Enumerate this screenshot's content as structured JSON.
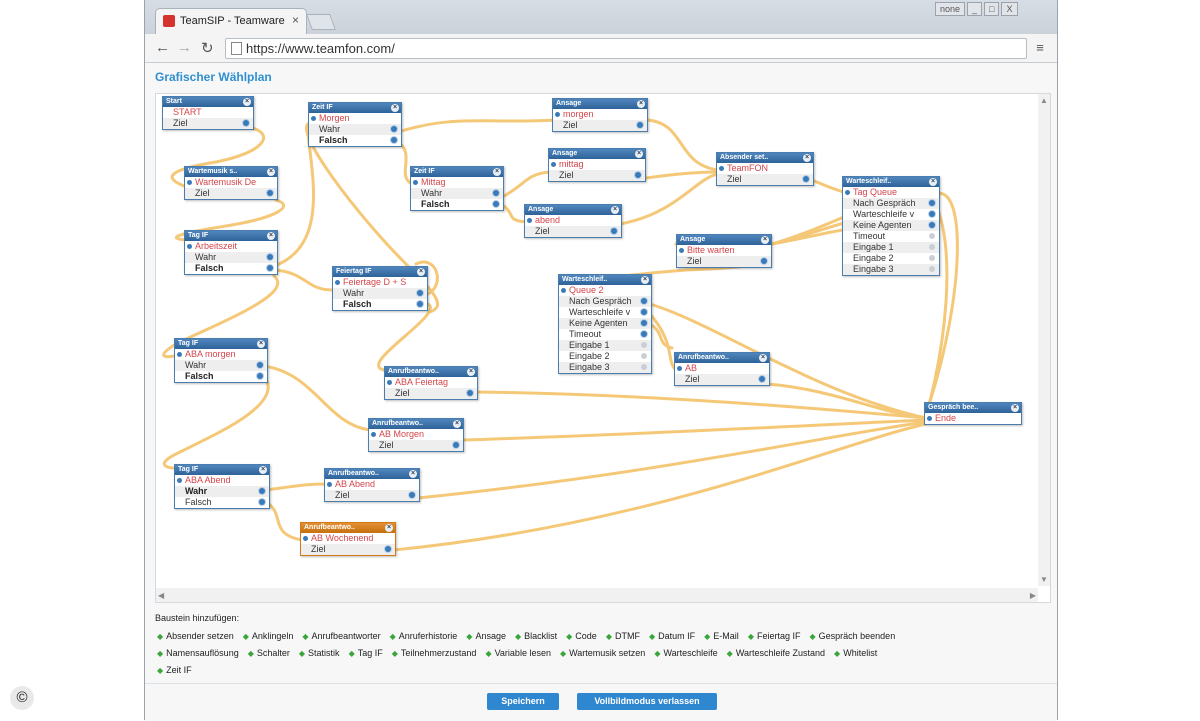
{
  "browser": {
    "tab_title": "TeamSIP - Teamware",
    "url": "https://www.teamfon.com/",
    "window_buttons": [
      "none",
      "_",
      "□",
      "X"
    ]
  },
  "page": {
    "title": "Grafischer Wählplan"
  },
  "nodes": {
    "start": {
      "title": "Start",
      "rows": [
        "START",
        "Ziel"
      ]
    },
    "wartemusik": {
      "title": "Wartemusik s..",
      "rows": [
        "Wartemusik De",
        "Ziel"
      ]
    },
    "tag_if_1": {
      "title": "Tag IF",
      "rows": [
        "Arbeitszeit",
        "Wahr",
        "Falsch"
      ]
    },
    "tag_if_2": {
      "title": "Tag IF",
      "rows": [
        "ABA morgen",
        "Wahr",
        "Falsch"
      ]
    },
    "tag_if_3": {
      "title": "Tag IF",
      "rows": [
        "ABA Abend",
        "Wahr",
        "Falsch"
      ]
    },
    "zeit_if_1": {
      "title": "Zeit IF",
      "rows": [
        "Morgen",
        "Wahr",
        "Falsch"
      ]
    },
    "zeit_if_2": {
      "title": "Zeit IF",
      "rows": [
        "Mittag",
        "Wahr",
        "Falsch"
      ]
    },
    "feiertag_if": {
      "title": "Feiertag IF",
      "rows": [
        "Feiertage D + S",
        "Wahr",
        "Falsch"
      ]
    },
    "ansage_1": {
      "title": "Ansage",
      "rows": [
        "morgen",
        "Ziel"
      ]
    },
    "ansage_2": {
      "title": "Ansage",
      "rows": [
        "mittag",
        "Ziel"
      ]
    },
    "ansage_3": {
      "title": "Ansage",
      "rows": [
        "abend",
        "Ziel"
      ]
    },
    "ansage_4": {
      "title": "Ansage",
      "rows": [
        "Bitte warten",
        "Ziel"
      ]
    },
    "absender": {
      "title": "Absender set..",
      "rows": [
        "TeamFON",
        "Ziel"
      ]
    },
    "warteschleife_1": {
      "title": "Warteschleif..",
      "rows": [
        "Tag Queue",
        "Nach Gespräch",
        "Warteschleife v",
        "Keine Agenten",
        "Timeout",
        "Eingabe 1",
        "Eingabe 2",
        "Eingabe 3"
      ]
    },
    "warteschleife_2": {
      "title": "Warteschleif..",
      "rows": [
        "Queue 2",
        "Nach Gespräch",
        "Warteschleife v",
        "Keine Agenten",
        "Timeout",
        "Eingabe 1",
        "Eingabe 2",
        "Eingabe 3"
      ]
    },
    "ab_feiertag": {
      "title": "Anrufbeantwo..",
      "rows": [
        "ABA Feiertag",
        "Ziel"
      ]
    },
    "ab_morgen": {
      "title": "Anrufbeantwo..",
      "rows": [
        "AB Morgen",
        "Ziel"
      ]
    },
    "ab_abend": {
      "title": "Anrufbeantwo..",
      "rows": [
        "AB Abend",
        "Ziel"
      ]
    },
    "ab_wochenend": {
      "title": "Anrufbeantwo..",
      "rows": [
        "AB Wochenend",
        "Ziel"
      ]
    },
    "ab_plain": {
      "title": "Anrufbeantwo..",
      "rows": [
        "AB",
        "Ziel"
      ]
    },
    "gespraech_beenden": {
      "title": "Gespräch bee..",
      "rows": [
        "Ende"
      ]
    }
  },
  "palette": {
    "title": "Baustein hinzufügen:",
    "items": [
      "Absender setzen",
      "Anklingeln",
      "Anrufbeantworter",
      "Anruferhistorie",
      "Ansage",
      "Blacklist",
      "Code",
      "DTMF",
      "Datum IF",
      "E-Mail",
      "Feiertag IF",
      "Gespräch beenden",
      "Namensauflösung",
      "Schalter",
      "Statistik",
      "Tag IF",
      "Teilnehmerzustand",
      "Variable lesen",
      "Wartemusik setzen",
      "Warteschleife",
      "Warteschleife Zustand",
      "Whitelist",
      "Zeit IF"
    ]
  },
  "buttons": {
    "save": "Speichern",
    "fullscreen": "Vollbildmodus verlassen"
  },
  "colors": {
    "accent": "#2f87d0",
    "wire": "#f5c878",
    "node_header": "#3a72aa",
    "selected_node": "#d07a1a",
    "input_text": "#d4454b"
  },
  "copyright_symbol": "©"
}
